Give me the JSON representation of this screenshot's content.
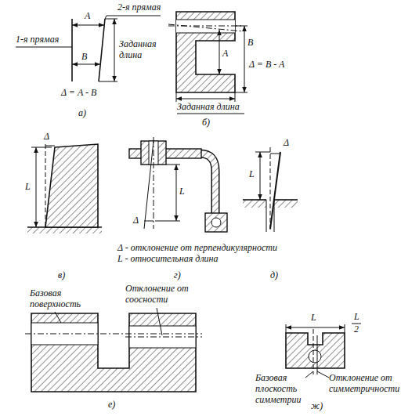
{
  "diagram": {
    "labels": [
      "1-я прямая",
      "A",
      "2-я прямая",
      "B",
      "Заданная длина",
      "Δ = A - B",
      "а)",
      "Δ = B - A",
      "B",
      "A",
      "Заданная длина",
      "б)",
      "Δ",
      "L",
      "в)",
      "Δ",
      "L",
      "г)",
      "Δ",
      "L",
      "д)",
      "Δ - отклонение от перпендикулярности",
      "L - относительная длина",
      "Базовая поверхность",
      "Отклонение от соосности",
      "е)",
      "L",
      "L",
      "2",
      "Базовая плоскость симметрии",
      "Отклонение от симметричности",
      "ж)"
    ]
  }
}
